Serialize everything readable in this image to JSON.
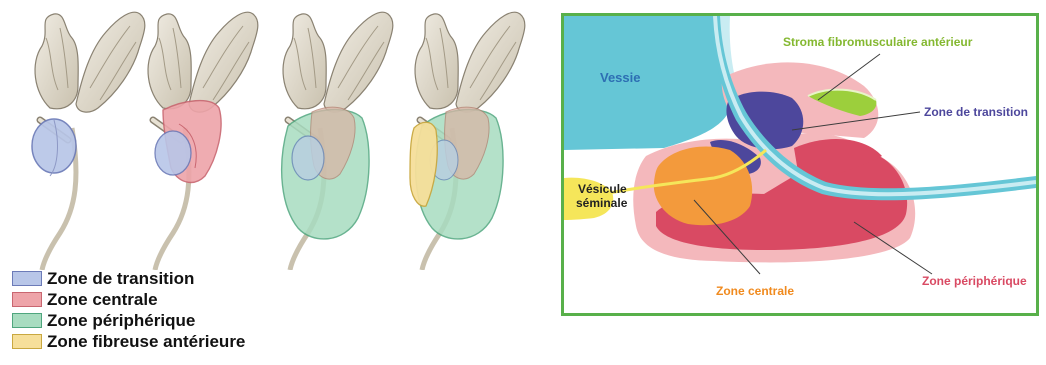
{
  "colors": {
    "transition": "#b8c6e8",
    "centrale": "#eea4a9",
    "peripherique": "#a8dcc0",
    "fibreuse": "#f6df9a",
    "panel_border": "#58b04a",
    "vessie": "#65c6d6",
    "stroma": "#9ccf3c",
    "zone_transition_dark": "#4d479c",
    "zone_centrale_orange": "#f39a3c",
    "zone_peripherique_red": "#d94a63",
    "capsule_pink": "#f4b8bc",
    "vesicule_yellow": "#f5e65a"
  },
  "legend": [
    {
      "label": "Zone de transition",
      "color": "#b8c6e8"
    },
    {
      "label": "Zone centrale",
      "color": "#eea4a9"
    },
    {
      "label": "Zone périphérique",
      "color": "#a8dcc0"
    },
    {
      "label": "Zone fibreuse antérieure",
      "color": "#f6df9a"
    }
  ],
  "panel": {
    "vessie": "Vessie",
    "stroma": "Stroma fibromusculaire antérieur",
    "zone_transition": "Zone de transition",
    "vesicule_line1": "Vésicule",
    "vesicule_line2": "séminale",
    "zone_centrale": "Zone centrale",
    "zone_peripherique": "Zone périphérique"
  }
}
